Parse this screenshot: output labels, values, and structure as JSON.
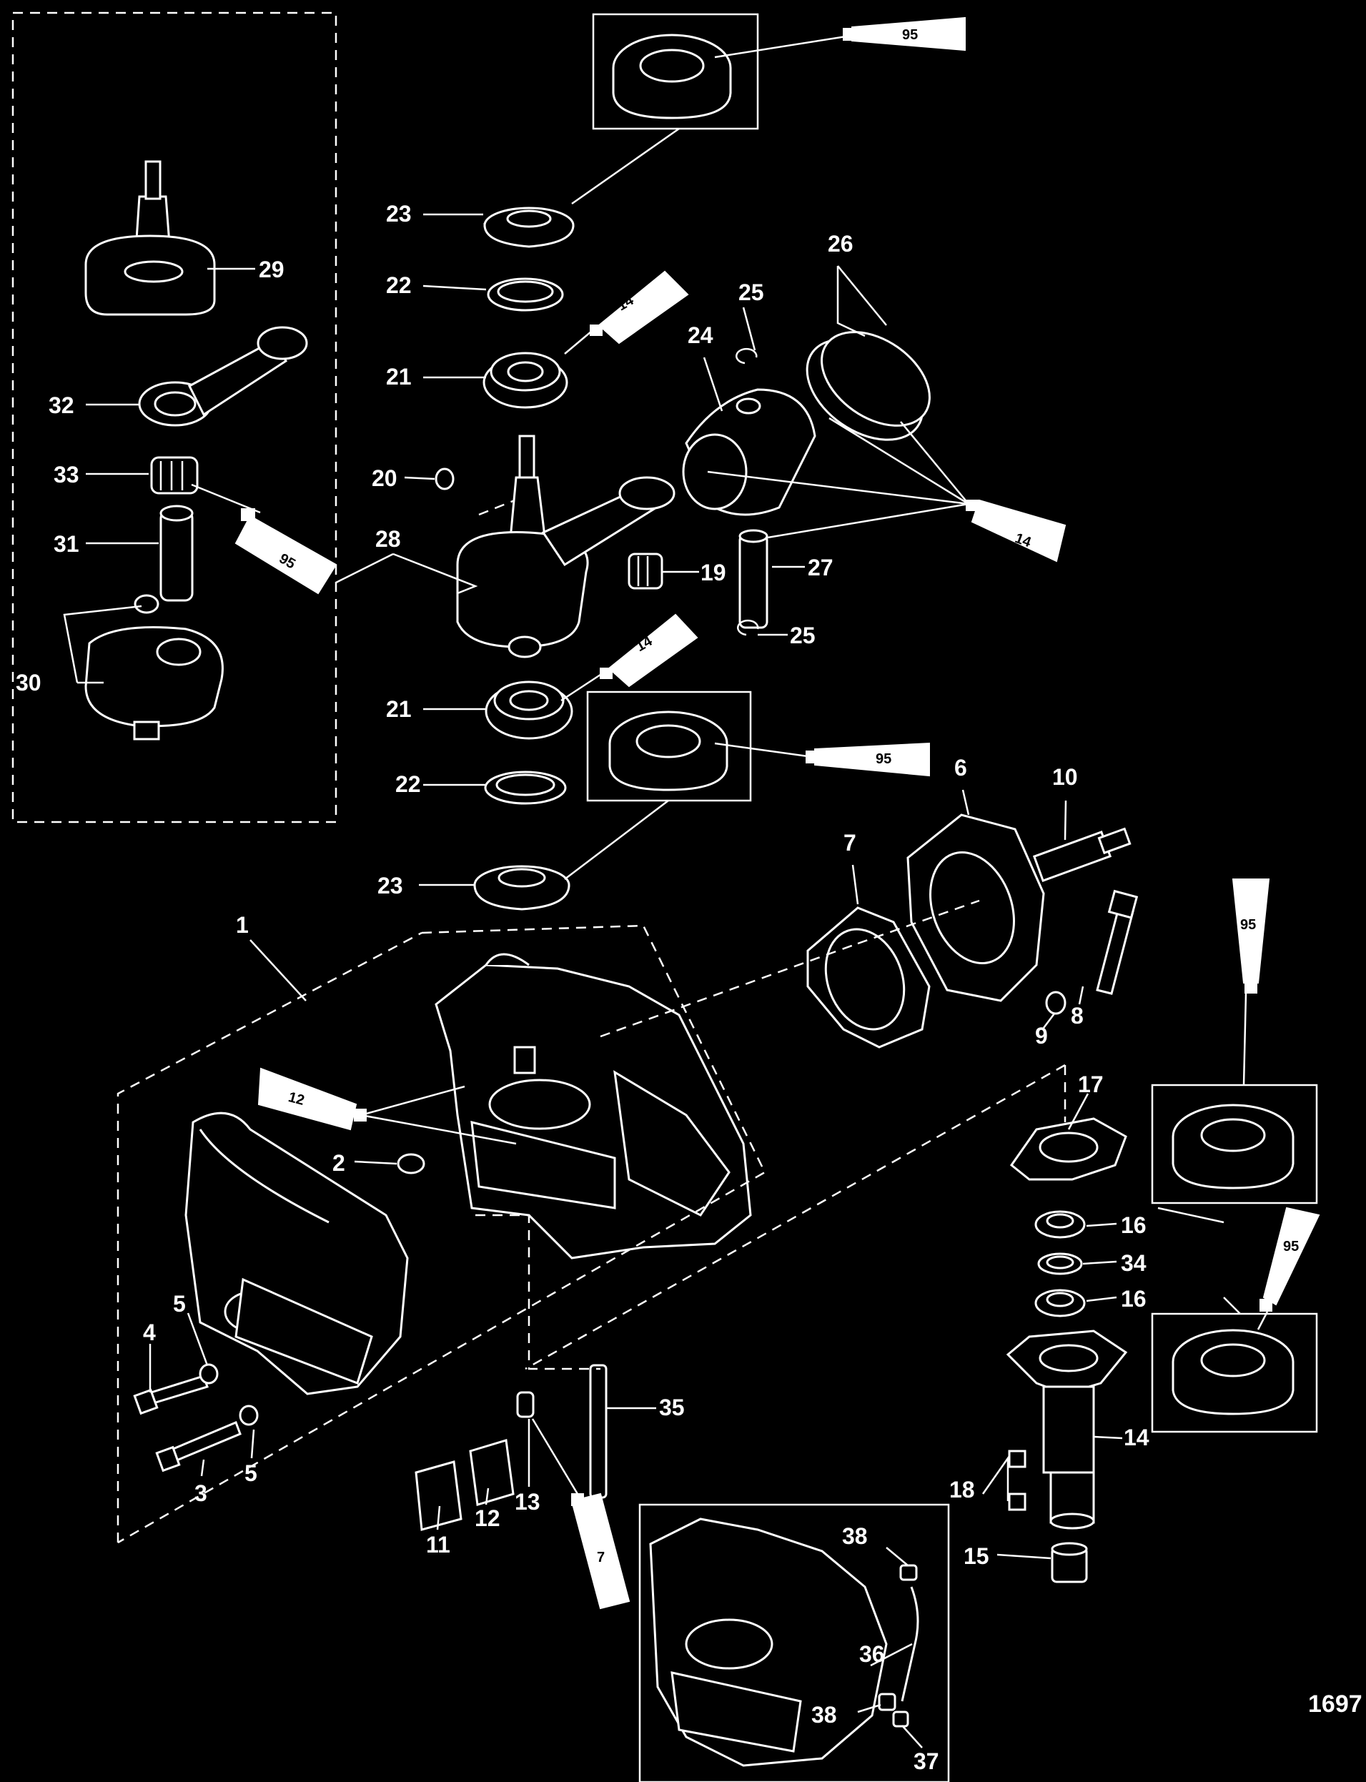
{
  "figure_id": "1697",
  "lubricant_tubes": [
    {
      "id": "t1",
      "code": "95"
    },
    {
      "id": "t2",
      "code": "14"
    },
    {
      "id": "t3",
      "code": "95"
    },
    {
      "id": "t4",
      "code": "14"
    },
    {
      "id": "t5",
      "code": "14"
    },
    {
      "id": "t6",
      "code": "95"
    },
    {
      "id": "t7",
      "code": "12"
    },
    {
      "id": "t8",
      "code": "95"
    },
    {
      "id": "t9",
      "code": "95"
    },
    {
      "id": "t10",
      "code": "7"
    }
  ],
  "callouts": [
    {
      "id": "c23a",
      "number": "23"
    },
    {
      "id": "c22a",
      "number": "22"
    },
    {
      "id": "c21a",
      "number": "21"
    },
    {
      "id": "c20",
      "number": "20"
    },
    {
      "id": "c28",
      "number": "28"
    },
    {
      "id": "c29",
      "number": "29"
    },
    {
      "id": "c32",
      "number": "32"
    },
    {
      "id": "c33",
      "number": "33"
    },
    {
      "id": "c31",
      "number": "31"
    },
    {
      "id": "c30",
      "number": "30"
    },
    {
      "id": "c26",
      "number": "26"
    },
    {
      "id": "c25a",
      "number": "25"
    },
    {
      "id": "c24",
      "number": "24"
    },
    {
      "id": "c19",
      "number": "19"
    },
    {
      "id": "c27",
      "number": "27"
    },
    {
      "id": "c25b",
      "number": "25"
    },
    {
      "id": "c21b",
      "number": "21"
    },
    {
      "id": "c22b",
      "number": "22"
    },
    {
      "id": "c23b",
      "number": "23"
    },
    {
      "id": "c6",
      "number": "6"
    },
    {
      "id": "c10",
      "number": "10"
    },
    {
      "id": "c7",
      "number": "7"
    },
    {
      "id": "c8",
      "number": "8"
    },
    {
      "id": "c9",
      "number": "9"
    },
    {
      "id": "c1",
      "number": "1"
    },
    {
      "id": "c2",
      "number": "2"
    },
    {
      "id": "c17",
      "number": "17"
    },
    {
      "id": "c16a",
      "number": "16"
    },
    {
      "id": "c34",
      "number": "34"
    },
    {
      "id": "c16b",
      "number": "16"
    },
    {
      "id": "c5a",
      "number": "5"
    },
    {
      "id": "c4",
      "number": "4"
    },
    {
      "id": "c5b",
      "number": "5"
    },
    {
      "id": "c3",
      "number": "3"
    },
    {
      "id": "c35",
      "number": "35"
    },
    {
      "id": "c13",
      "number": "13"
    },
    {
      "id": "c12",
      "number": "12"
    },
    {
      "id": "c11",
      "number": "11"
    },
    {
      "id": "c14",
      "number": "14"
    },
    {
      "id": "c18",
      "number": "18"
    },
    {
      "id": "c15",
      "number": "15"
    },
    {
      "id": "c38a",
      "number": "38"
    },
    {
      "id": "c36",
      "number": "36"
    },
    {
      "id": "c38b",
      "number": "38"
    },
    {
      "id": "c37",
      "number": "37"
    }
  ]
}
